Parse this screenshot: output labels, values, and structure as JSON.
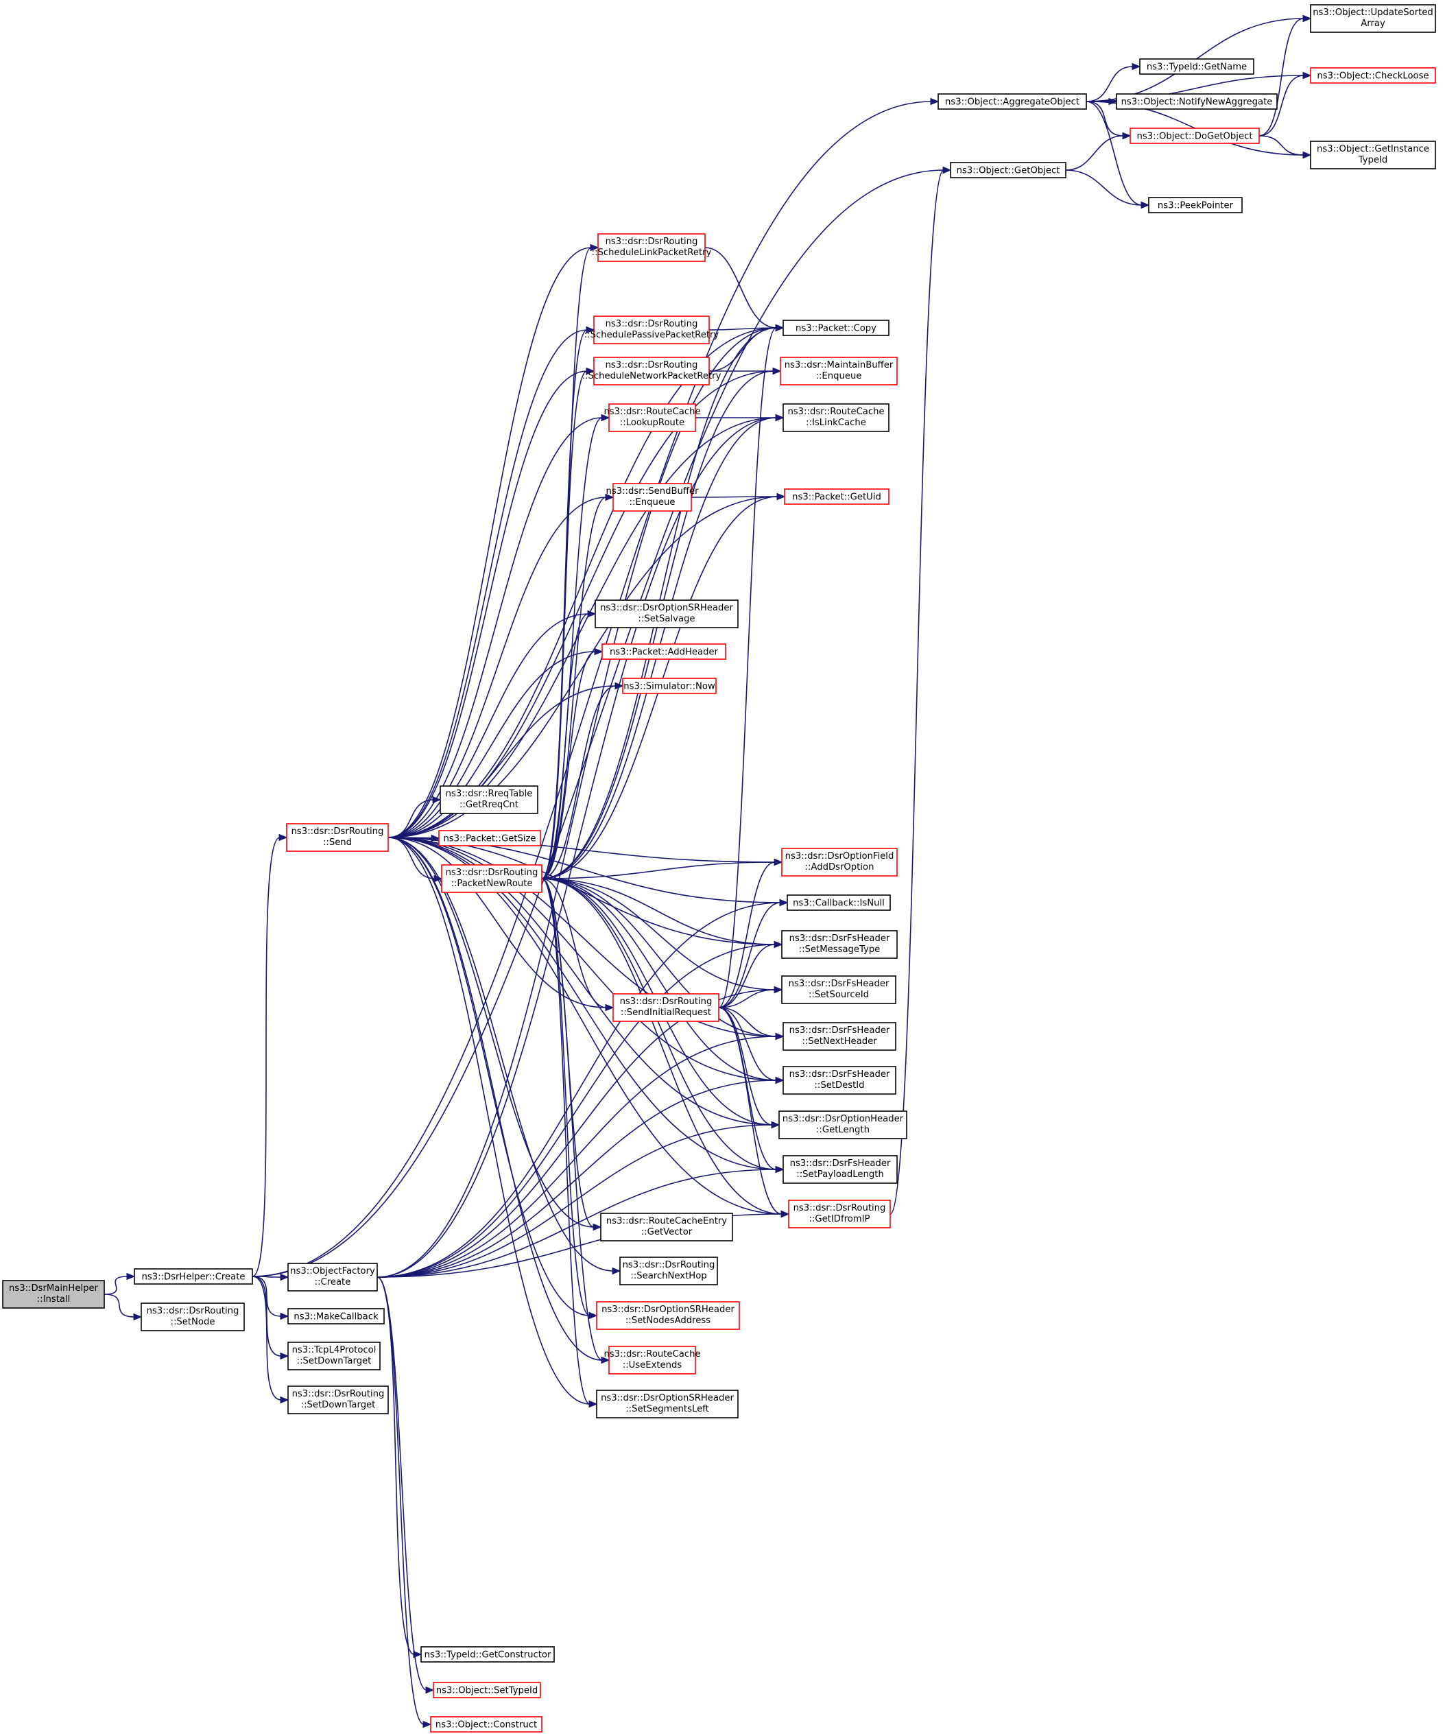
{
  "colors": {
    "edge": "#191970",
    "border_normal": "#000000",
    "border_truncated": "#ff0000",
    "root_fill": "#bfbfbf",
    "node_fill": "#ffffff"
  },
  "nodes": {
    "install": {
      "lines": [
        "ns3::DsrMainHelper",
        "::Install"
      ],
      "state": "root"
    },
    "create": {
      "lines": [
        "ns3::DsrHelper::Create"
      ],
      "state": "normal"
    },
    "setnode": {
      "lines": [
        "ns3::dsr::DsrRouting",
        "::SetNode"
      ],
      "state": "normal"
    },
    "ofcreate": {
      "lines": [
        "ns3::ObjectFactory",
        "::Create"
      ],
      "state": "normal"
    },
    "makecb": {
      "lines": [
        "ns3::MakeCallback"
      ],
      "state": "normal"
    },
    "tcpsdt": {
      "lines": [
        "ns3::TcpL4Protocol",
        "::SetDownTarget"
      ],
      "state": "normal"
    },
    "dsrsdt": {
      "lines": [
        "ns3::dsr::DsrRouting",
        "::SetDownTarget"
      ],
      "state": "normal"
    },
    "send": {
      "lines": [
        "ns3::dsr::DsrRouting",
        "::Send"
      ],
      "state": "truncated"
    },
    "aggregate": {
      "lines": [
        "ns3::Object::AggregateObject"
      ],
      "state": "normal"
    },
    "getobject": {
      "lines": [
        "ns3::Object::GetObject"
      ],
      "state": "normal"
    },
    "updsorted": {
      "lines": [
        "ns3::Object::UpdateSorted",
        "Array"
      ],
      "state": "normal"
    },
    "checkloose": {
      "lines": [
        "ns3::Object::CheckLoose"
      ],
      "state": "truncated"
    },
    "getname": {
      "lines": [
        "ns3::TypeId::GetName"
      ],
      "state": "normal"
    },
    "notifyagg": {
      "lines": [
        "ns3::Object::NotifyNewAggregate"
      ],
      "state": "normal"
    },
    "dogetobject": {
      "lines": [
        "ns3::Object::DoGetObject"
      ],
      "state": "truncated"
    },
    "getinsttype": {
      "lines": [
        "ns3::Object::GetInstance",
        "TypeId"
      ],
      "state": "normal"
    },
    "peekptr": {
      "lines": [
        "ns3::PeekPointer"
      ],
      "state": "normal"
    },
    "schedlink": {
      "lines": [
        "ns3::dsr::DsrRouting",
        "::ScheduleLinkPacketRetry"
      ],
      "state": "truncated"
    },
    "schedpass": {
      "lines": [
        "ns3::dsr::DsrRouting",
        "::SchedulePassivePacketRetry"
      ],
      "state": "truncated"
    },
    "schednet": {
      "lines": [
        "ns3::dsr::DsrRouting",
        "::ScheduleNetworkPacketRetry"
      ],
      "state": "truncated"
    },
    "lookup": {
      "lines": [
        "ns3::dsr::RouteCache",
        "::LookupRoute"
      ],
      "state": "truncated"
    },
    "sbenq": {
      "lines": [
        "ns3::dsr::SendBuffer",
        "::Enqueue"
      ],
      "state": "truncated"
    },
    "setsalvage": {
      "lines": [
        "ns3::dsr::DsrOptionSRHeader",
        "::SetSalvage"
      ],
      "state": "normal"
    },
    "addheader": {
      "lines": [
        "ns3::Packet::AddHeader"
      ],
      "state": "truncated"
    },
    "simnow": {
      "lines": [
        "ns3::Simulator::Now"
      ],
      "state": "truncated"
    },
    "rreqcnt": {
      "lines": [
        "ns3::dsr::RreqTable",
        "::GetRreqCnt"
      ],
      "state": "normal"
    },
    "getsize": {
      "lines": [
        "ns3::Packet::GetSize"
      ],
      "state": "truncated"
    },
    "pktnewroute": {
      "lines": [
        "ns3::dsr::DsrRouting",
        "::PacketNewRoute"
      ],
      "state": "truncated"
    },
    "copy": {
      "lines": [
        "ns3::Packet::Copy"
      ],
      "state": "normal"
    },
    "mbenq": {
      "lines": [
        "ns3::dsr::MaintainBuffer",
        "::Enqueue"
      ],
      "state": "truncated"
    },
    "islinkcache": {
      "lines": [
        "ns3::dsr::RouteCache",
        "::IsLinkCache"
      ],
      "state": "normal"
    },
    "getuid": {
      "lines": [
        "ns3::Packet::GetUid"
      ],
      "state": "truncated"
    },
    "adddsropt": {
      "lines": [
        "ns3::dsr::DsrOptionField",
        "::AddDsrOption"
      ],
      "state": "truncated"
    },
    "isnull": {
      "lines": [
        "ns3::Callback::IsNull"
      ],
      "state": "normal"
    },
    "setmsgtype": {
      "lines": [
        "ns3::dsr::DsrFsHeader",
        "::SetMessageType"
      ],
      "state": "normal"
    },
    "setsrcid": {
      "lines": [
        "ns3::dsr::DsrFsHeader",
        "::SetSourceId"
      ],
      "state": "normal"
    },
    "sendinit": {
      "lines": [
        "ns3::dsr::DsrRouting",
        "::SendInitialRequest"
      ],
      "state": "truncated"
    },
    "setnexthdr": {
      "lines": [
        "ns3::dsr::DsrFsHeader",
        "::SetNextHeader"
      ],
      "state": "normal"
    },
    "setdestid": {
      "lines": [
        "ns3::dsr::DsrFsHeader",
        "::SetDestId"
      ],
      "state": "normal"
    },
    "getlength": {
      "lines": [
        "ns3::dsr::DsrOptionHeader",
        "::GetLength"
      ],
      "state": "normal"
    },
    "setpayload": {
      "lines": [
        "ns3::dsr::DsrFsHeader",
        "::SetPayloadLength"
      ],
      "state": "normal"
    },
    "getidfromip": {
      "lines": [
        "ns3::dsr::DsrRouting",
        "::GetIDfromIP"
      ],
      "state": "truncated"
    },
    "getvector": {
      "lines": [
        "ns3::dsr::RouteCacheEntry",
        "::GetVector"
      ],
      "state": "normal"
    },
    "searchnext": {
      "lines": [
        "ns3::dsr::DsrRouting",
        "::SearchNextHop"
      ],
      "state": "normal"
    },
    "setnodesaddr": {
      "lines": [
        "ns3::dsr::DsrOptionSRHeader",
        "::SetNodesAddress"
      ],
      "state": "truncated"
    },
    "useextends": {
      "lines": [
        "ns3::dsr::RouteCache",
        "::UseExtends"
      ],
      "state": "truncated"
    },
    "setsegleft": {
      "lines": [
        "ns3::dsr::DsrOptionSRHeader",
        "::SetSegmentsLeft"
      ],
      "state": "normal"
    },
    "getctor": {
      "lines": [
        "ns3::TypeId::GetConstructor"
      ],
      "state": "normal"
    },
    "settypeid": {
      "lines": [
        "ns3::Object::SetTypeId"
      ],
      "state": "truncated"
    },
    "construct": {
      "lines": [
        "ns3::Object::Construct"
      ],
      "state": "truncated"
    }
  },
  "edges": [
    [
      "install",
      "create"
    ],
    [
      "install",
      "setnode"
    ],
    [
      "create",
      "ofcreate"
    ],
    [
      "create",
      "makecb"
    ],
    [
      "create",
      "tcpsdt"
    ],
    [
      "create",
      "dsrsdt"
    ],
    [
      "create",
      "send"
    ],
    [
      "create",
      "aggregate"
    ],
    [
      "create",
      "getobject"
    ],
    [
      "aggregate",
      "updsorted"
    ],
    [
      "aggregate",
      "checkloose"
    ],
    [
      "aggregate",
      "getname"
    ],
    [
      "aggregate",
      "notifyagg"
    ],
    [
      "aggregate",
      "dogetobject"
    ],
    [
      "aggregate",
      "getinsttype"
    ],
    [
      "aggregate",
      "peekptr"
    ],
    [
      "dogetobject",
      "updsorted"
    ],
    [
      "dogetobject",
      "checkloose"
    ],
    [
      "dogetobject",
      "getinsttype"
    ],
    [
      "getobject",
      "dogetobject"
    ],
    [
      "getobject",
      "peekptr"
    ],
    [
      "send",
      "schedlink"
    ],
    [
      "send",
      "schedpass"
    ],
    [
      "send",
      "schednet"
    ],
    [
      "send",
      "lookup"
    ],
    [
      "send",
      "sbenq"
    ],
    [
      "send",
      "setsalvage"
    ],
    [
      "send",
      "addheader"
    ],
    [
      "send",
      "simnow"
    ],
    [
      "send",
      "rreqcnt"
    ],
    [
      "send",
      "getsize"
    ],
    [
      "send",
      "pktnewroute"
    ],
    [
      "send",
      "copy"
    ],
    [
      "send",
      "mbenq"
    ],
    [
      "send",
      "islinkcache"
    ],
    [
      "send",
      "getuid"
    ],
    [
      "send",
      "adddsropt"
    ],
    [
      "send",
      "isnull"
    ],
    [
      "send",
      "setmsgtype"
    ],
    [
      "send",
      "sendinit"
    ],
    [
      "send",
      "setnexthdr"
    ],
    [
      "send",
      "setdestid"
    ],
    [
      "send",
      "getlength"
    ],
    [
      "send",
      "setpayload"
    ],
    [
      "send",
      "getidfromip"
    ],
    [
      "send",
      "getvector"
    ],
    [
      "send",
      "searchnext"
    ],
    [
      "send",
      "setnodesaddr"
    ],
    [
      "send",
      "useextends"
    ],
    [
      "send",
      "setsegleft"
    ],
    [
      "schedlink",
      "copy"
    ],
    [
      "schedpass",
      "copy"
    ],
    [
      "schednet",
      "copy"
    ],
    [
      "schednet",
      "mbenq"
    ],
    [
      "lookup",
      "islinkcache"
    ],
    [
      "sbenq",
      "getuid"
    ],
    [
      "pktnewroute",
      "schedlink"
    ],
    [
      "pktnewroute",
      "schedpass"
    ],
    [
      "pktnewroute",
      "schednet"
    ],
    [
      "pktnewroute",
      "lookup"
    ],
    [
      "pktnewroute",
      "sbenq"
    ],
    [
      "pktnewroute",
      "setsalvage"
    ],
    [
      "pktnewroute",
      "addheader"
    ],
    [
      "pktnewroute",
      "simnow"
    ],
    [
      "pktnewroute",
      "copy"
    ],
    [
      "pktnewroute",
      "mbenq"
    ],
    [
      "pktnewroute",
      "islinkcache"
    ],
    [
      "pktnewroute",
      "getuid"
    ],
    [
      "pktnewroute",
      "adddsropt"
    ],
    [
      "pktnewroute",
      "setmsgtype"
    ],
    [
      "pktnewroute",
      "setsrcid"
    ],
    [
      "pktnewroute",
      "sendinit"
    ],
    [
      "pktnewroute",
      "setnexthdr"
    ],
    [
      "pktnewroute",
      "setdestid"
    ],
    [
      "pktnewroute",
      "getlength"
    ],
    [
      "pktnewroute",
      "setpayload"
    ],
    [
      "pktnewroute",
      "getidfromip"
    ],
    [
      "pktnewroute",
      "getvector"
    ],
    [
      "pktnewroute",
      "setnodesaddr"
    ],
    [
      "pktnewroute",
      "useextends"
    ],
    [
      "pktnewroute",
      "setsegleft"
    ],
    [
      "sendinit",
      "adddsropt"
    ],
    [
      "sendinit",
      "isnull"
    ],
    [
      "sendinit",
      "setmsgtype"
    ],
    [
      "sendinit",
      "setsrcid"
    ],
    [
      "sendinit",
      "setnexthdr"
    ],
    [
      "sendinit",
      "setdestid"
    ],
    [
      "sendinit",
      "getlength"
    ],
    [
      "sendinit",
      "setpayload"
    ],
    [
      "sendinit",
      "getidfromip"
    ],
    [
      "sendinit",
      "copy"
    ],
    [
      "getidfromip",
      "getobject"
    ],
    [
      "ofcreate",
      "getctor"
    ],
    [
      "ofcreate",
      "settypeid"
    ],
    [
      "ofcreate",
      "construct"
    ],
    [
      "ofcreate",
      "copy"
    ],
    [
      "ofcreate",
      "islinkcache"
    ],
    [
      "ofcreate",
      "isnull"
    ],
    [
      "ofcreate",
      "setmsgtype"
    ],
    [
      "ofcreate",
      "setsrcid"
    ],
    [
      "ofcreate",
      "setnexthdr"
    ],
    [
      "ofcreate",
      "setdestid"
    ],
    [
      "ofcreate",
      "getlength"
    ],
    [
      "ofcreate",
      "setpayload"
    ],
    [
      "ofcreate",
      "getidfromip"
    ]
  ]
}
